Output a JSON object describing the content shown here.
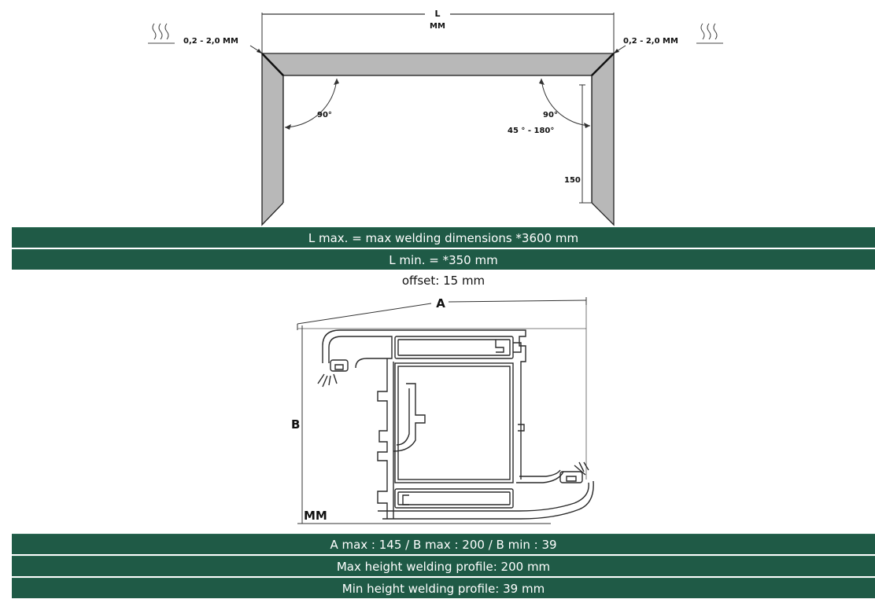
{
  "top_diagram": {
    "label_L": "L",
    "label_mm": "MM",
    "gap_left": "0,2 - 2,0 MM",
    "gap_right": "0,2 - 2,0 MM",
    "angle_left": "90°",
    "angle_right": "90°",
    "angle_range": "45 ° - 180°",
    "height_150": "150"
  },
  "banners_top": {
    "lmax": "L max. = max welding dimensions *3600 mm",
    "lmin": "L min. = *350 mm"
  },
  "offset_text": "offset: 15 mm",
  "profile_diagram": {
    "label_A": "A",
    "label_B": "B",
    "label_mm": "MM"
  },
  "banners_bottom": {
    "ab": "A max : 145 / B max : 200 / B min : 39",
    "max_height": "Max height welding profile: 200 mm",
    "min_height": "Min height welding profile: 39 mm"
  },
  "colors": {
    "banner": "#1f5a46",
    "frame_gray": "#b8b8b8",
    "line": "#222222"
  },
  "icons": [
    "heat-waves-icon-left",
    "heat-waves-icon-right"
  ]
}
